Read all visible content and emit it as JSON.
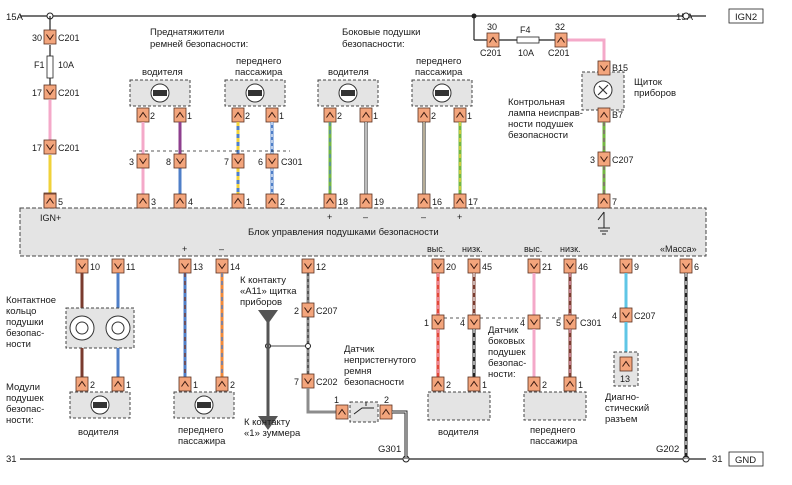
{
  "rail_top": {
    "left_label": "15A",
    "right_label": "15A",
    "tag": "IGN2"
  },
  "rail_bottom": {
    "left_label": "31",
    "right_label": "31",
    "tag": "GND"
  },
  "fuse_f1": {
    "conn_top_pin": "30",
    "conn_top": "C201",
    "name": "F1",
    "rating": "10A",
    "conn_mid_pin": "17",
    "conn_mid": "C201",
    "conn_low_pin": "17",
    "conn_low": "C201"
  },
  "fuse_f4": {
    "pin_a": "30",
    "pin_b": "32",
    "name": "F4",
    "rating": "10A",
    "conn_a": "C201",
    "conn_b": "C201"
  },
  "pretensioners": {
    "title_1": "Преднатяжители",
    "title_2": "ремней безопасности:",
    "driver": "водителя",
    "passenger_1": "переднего",
    "passenger_2": "пассажира"
  },
  "side_airbags": {
    "title_1": "Боковые подушки",
    "title_2": "безопасности:",
    "driver": "водителя",
    "passenger_1": "переднего",
    "passenger_2": "пассажира"
  },
  "cluster": {
    "name_1": "Щиток",
    "name_2": "приборов",
    "pin_top": "B15",
    "pin_bot": "B7",
    "lamp_1": "Контрольная",
    "lamp_2": "лампа неисправ-",
    "lamp_3": "ности подушек",
    "lamp_4": "безопасности",
    "c207_pin": "3",
    "c207": "C207"
  },
  "c301_top": "C301",
  "module": {
    "title": "Блок управления подушками безопасности",
    "ign": "IGN+"
  },
  "top_pins": [
    "5",
    "3",
    "4",
    "1",
    "2",
    "18",
    "19",
    "16",
    "17",
    "7"
  ],
  "top_pin_labels": [
    "IGN+",
    "+",
    "–",
    "–",
    "+"
  ],
  "bottom_pins": [
    "10",
    "11",
    "13",
    "14",
    "12",
    "20",
    "45",
    "21",
    "46",
    "9",
    "6"
  ],
  "bottom_pin_labels": [
    "+",
    "–",
    "выс.",
    "низк.",
    "выс.",
    "низк.",
    "«Масса»"
  ],
  "c301_pins": [
    "3",
    "8",
    "7",
    "6"
  ],
  "clock_spring": {
    "l1": "Контактное",
    "l2": "кольцо",
    "l3": "подушки",
    "l4": "безопас-",
    "l5": "ности"
  },
  "front_airbags": {
    "l1": "Модули",
    "l2": "подушек",
    "l3": "безопас-",
    "l4": "ности:",
    "driver": "водителя",
    "passenger_1": "переднего",
    "passenger_2": "пассажира"
  },
  "to_a11": {
    "l1": "К контакту",
    "l2": "«А11» щитка",
    "l3": "приборов"
  },
  "to_buzzer": {
    "l1": "К контакту",
    "l2": "«1» зуммера"
  },
  "c207_mid": {
    "pin": "2",
    "conn": "C207"
  },
  "c202": {
    "pin": "7",
    "conn": "C202"
  },
  "belt_sensor": {
    "l1": "Датчик",
    "l2": "непристегнутого",
    "l3": "ремня",
    "l4": "безопасности",
    "pin1": "1",
    "pin2": "2"
  },
  "g301": "G301",
  "g202": "G202",
  "side_sensors": {
    "l1": "Датчик",
    "l2": "боковых",
    "l3": "подушек",
    "l4": "безопас-",
    "l5": "ности:",
    "driver": "водителя",
    "passenger_1": "переднего",
    "passenger_2": "пассажира",
    "c301": "C301"
  },
  "diag": {
    "pin": "4",
    "conn": "C207",
    "pin_13": "13",
    "l1": "Диагно-",
    "l2": "стический",
    "l3": "разъем"
  },
  "colors": {
    "connector": "#f3a57c",
    "module_fill": "#e4e4e4",
    "yellow": "#f0d23a",
    "pink": "#f4a9c9",
    "violet": "#8e3f8e",
    "blue": "#4f7fc8",
    "green": "#73b741",
    "cyan": "#5fc6e6",
    "red": "#e2483a",
    "brown": "#7a3b2e",
    "orange": "#f08a3a",
    "grey": "#8c8c8c",
    "dark": "#3b3b3b"
  }
}
